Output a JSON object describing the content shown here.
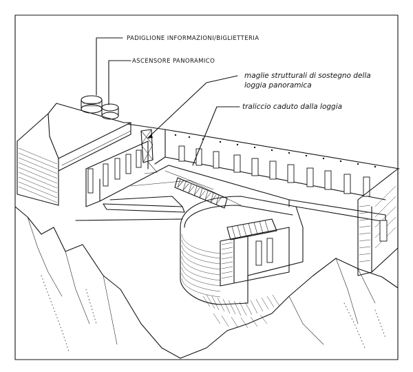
{
  "annotations": {
    "info_pavilion": "PADIGLIONE INFORMAZIONI/BIGLIETTERIA",
    "panoramic_lift": "ASCENSORE PANORAMICO",
    "structural_mesh_line1": "maglie strutturali di sostegno della",
    "structural_mesh_line2": "loggia panoramica",
    "collapsed_trellis": "traliccio caduto dalla loggia"
  },
  "colors": {
    "ink": "#111111",
    "paper": "#ffffff"
  }
}
